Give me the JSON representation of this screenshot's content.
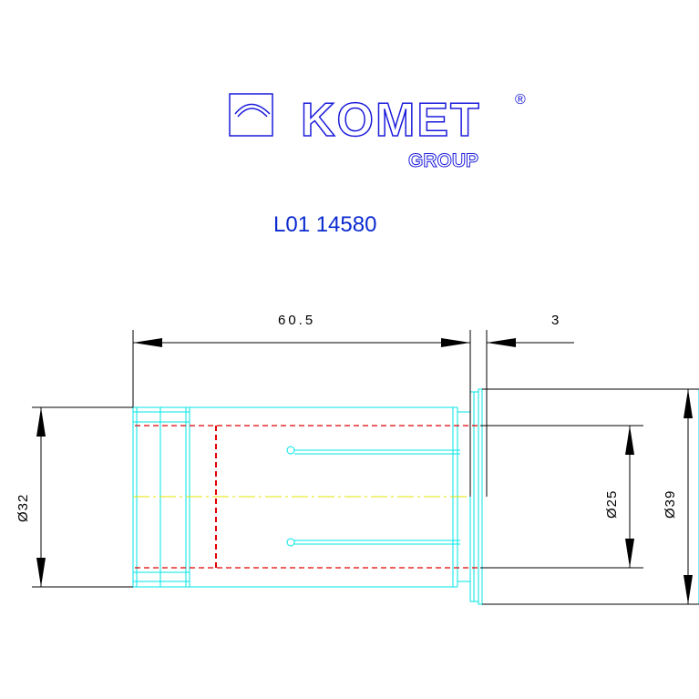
{
  "logo": {
    "brand": "KOMET",
    "registered": "®",
    "group": "GROUP",
    "color": "#1a1adc"
  },
  "part_number": "L01 14580",
  "dimensions": {
    "length": "60.5",
    "offset": "3",
    "diameter_left": "Ø32",
    "diameter_inner": "Ø25",
    "diameter_right": "Ø39"
  },
  "colors": {
    "outline": "#00e5e5",
    "hidden_lines": "#e00000",
    "centerline": "#e6e600",
    "dimension_lines": "#000000",
    "text_blue": "#0a2ad0"
  }
}
